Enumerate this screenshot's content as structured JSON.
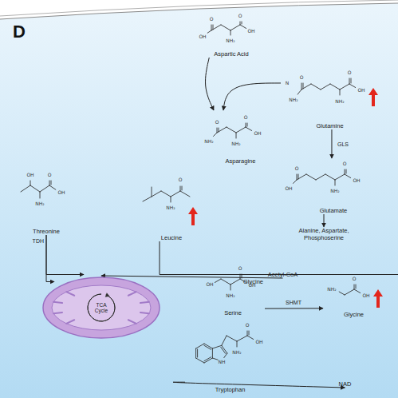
{
  "diagram": {
    "nodes": [
      {
        "text": [
          "Aspartic Acid"
        ]
      },
      {
        "text": [
          "Glutamine"
        ]
      },
      {
        "text": [
          "Asparagine"
        ]
      },
      {
        "text": [
          "Glutamate"
        ]
      },
      {
        "text": [
          "Alanine, Aspartate, Phosphoserine"
        ]
      },
      {
        "text": [
          "Threonine"
        ]
      },
      {
        "text": [
          "Leucine"
        ]
      },
      {
        "text": [
          "Glycine"
        ]
      },
      {
        "text": [
          "Acetyl-CoA"
        ]
      },
      {
        "text": [
          "TCA Cycle"
        ]
      },
      {
        "text": [
          "Serine"
        ]
      },
      {
        "text": [
          "Glycine"
        ]
      },
      {
        "text": [
          "NAD"
        ]
      },
      {
        "text": [
          "Tryptophan"
        ]
      }
    ],
    "edges": [
      {
        "from": 0,
        "to": 2,
        "arrow": "to"
      },
      {
        "from": 1,
        "to": 2,
        "arrow": "to"
      },
      {
        "from": 1,
        "to": 3,
        "label": "GLS",
        "arrow": "to"
      },
      {
        "from": 3,
        "to": 4,
        "arrow": "to"
      },
      {
        "from": 5,
        "to": 8,
        "label": "TDH",
        "arrow": "to"
      },
      {
        "from": 5,
        "to": 7,
        "arrow": "to"
      },
      {
        "from": 6,
        "to": 8,
        "arrow": "to"
      },
      {
        "from": 8,
        "to": 9,
        "arrow": "to"
      },
      {
        "from": 10,
        "to": 11,
        "label": "SHMT",
        "arrow": "to"
      },
      {
        "from": 13,
        "to": 12,
        "arrow": "to"
      }
    ],
    "labels": [
      "D",
      "O",
      "OH",
      "NH₂",
      "O",
      "OH",
      "N",
      "O",
      "NH₂",
      "NH₂",
      "O",
      "OH",
      "O",
      "NH₂",
      "NH₂",
      "O",
      "OH",
      "O",
      "OH",
      "NH₂",
      "O",
      "OH",
      "OH",
      "NH₂",
      "O",
      "OH",
      "O",
      "NH₂",
      "OH",
      "NH₂",
      "O",
      "OH",
      "NH₂",
      "O",
      "OH",
      "NH",
      "NH₂",
      "O",
      "OH"
    ]
  }
}
